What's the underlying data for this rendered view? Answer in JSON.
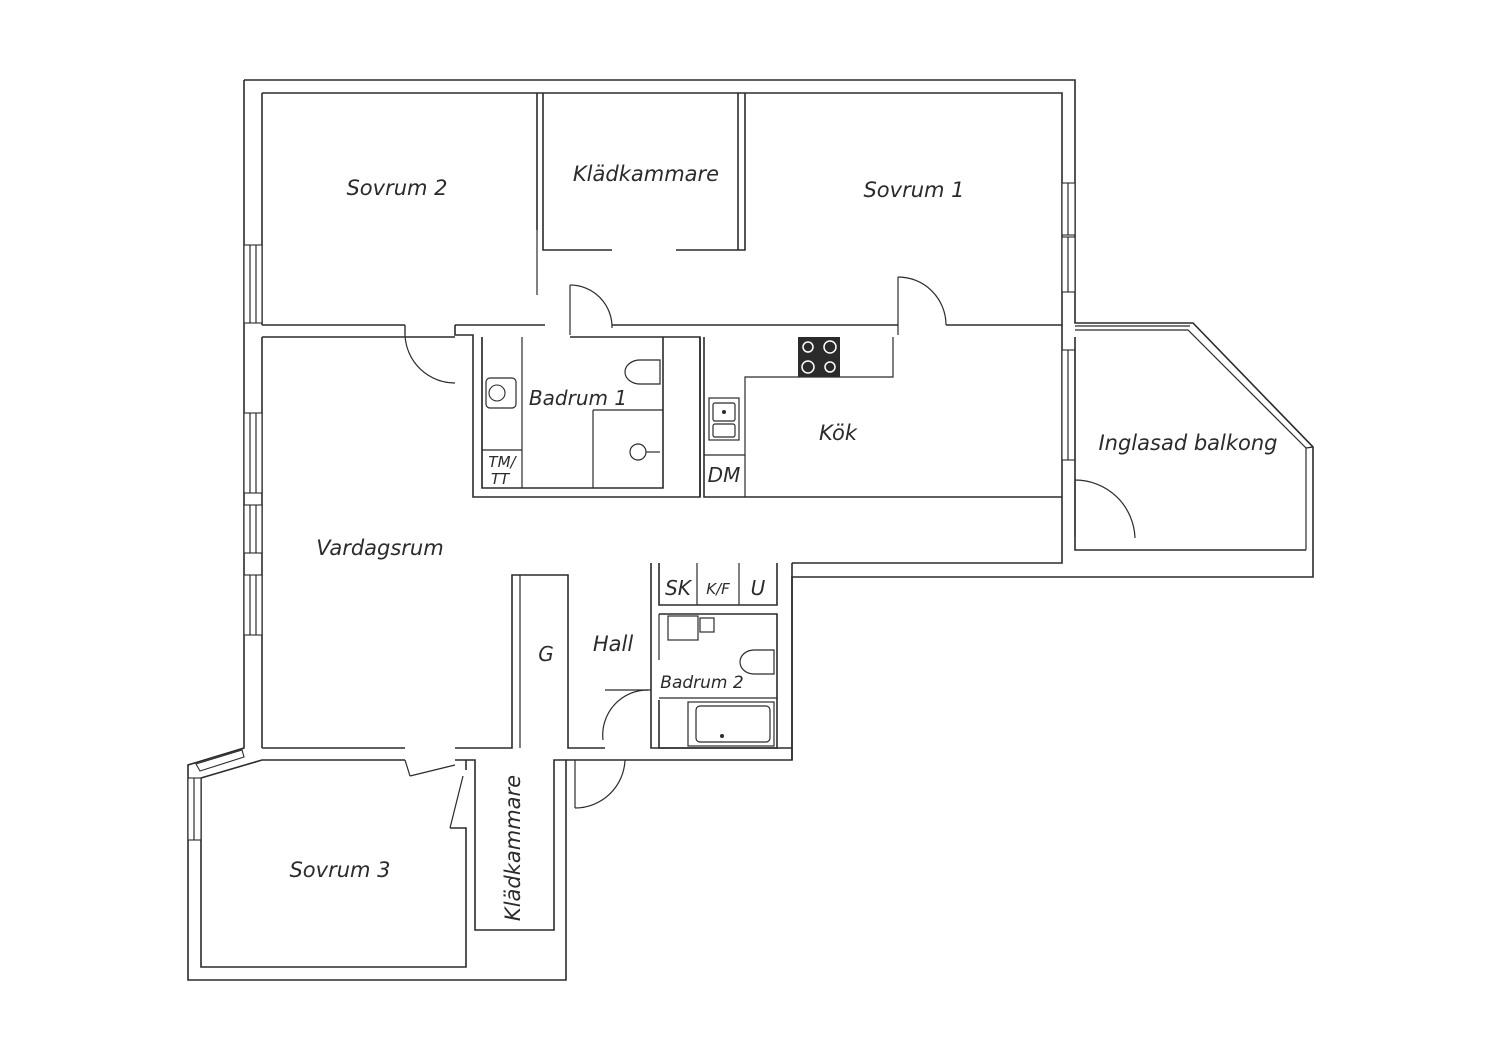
{
  "rooms": {
    "sovrum2": "Sovrum 2",
    "kladkammare_top": "Klädkammare",
    "sovrum1": "Sovrum 1",
    "badrum1": "Badrum 1",
    "kok": "Kök",
    "inglasad_balkong": "Inglasad balkong",
    "vardagsrum": "Vardagsrum",
    "hall": "Hall",
    "badrum2": "Badrum 2",
    "sovrum3": "Sovrum 3",
    "kladkammare_bottom": "Klädkammare"
  },
  "fixtures": {
    "tm_line1": "TM/",
    "tm_line2": "TT",
    "dm": "DM",
    "sk": "SK",
    "kf": "K/F",
    "u": "U",
    "g": "G"
  }
}
